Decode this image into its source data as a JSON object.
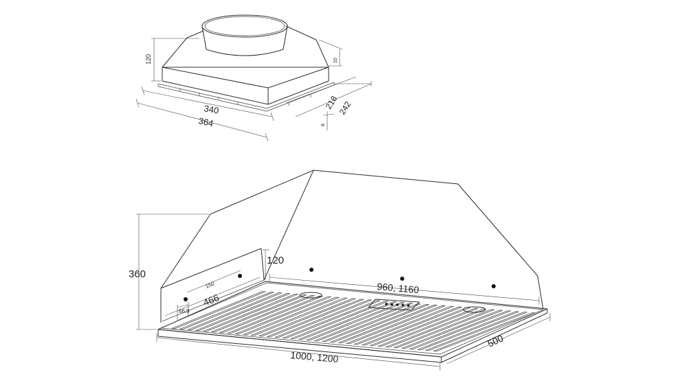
{
  "top_view": {
    "dim_340": "340",
    "dim_364": "364",
    "dim_218": "218",
    "dim_242": "242",
    "dim_120": "120",
    "dim_8": "8",
    "dim_10": "10"
  },
  "main_view": {
    "dim_360": "360",
    "dim_120": "120",
    "dim_150": "150",
    "dim_466": "466",
    "dim_66_9": "66.9",
    "dim_960_1160": "960, 1160",
    "dim_500": "500",
    "dim_1000_1200": "1000, 1200"
  }
}
